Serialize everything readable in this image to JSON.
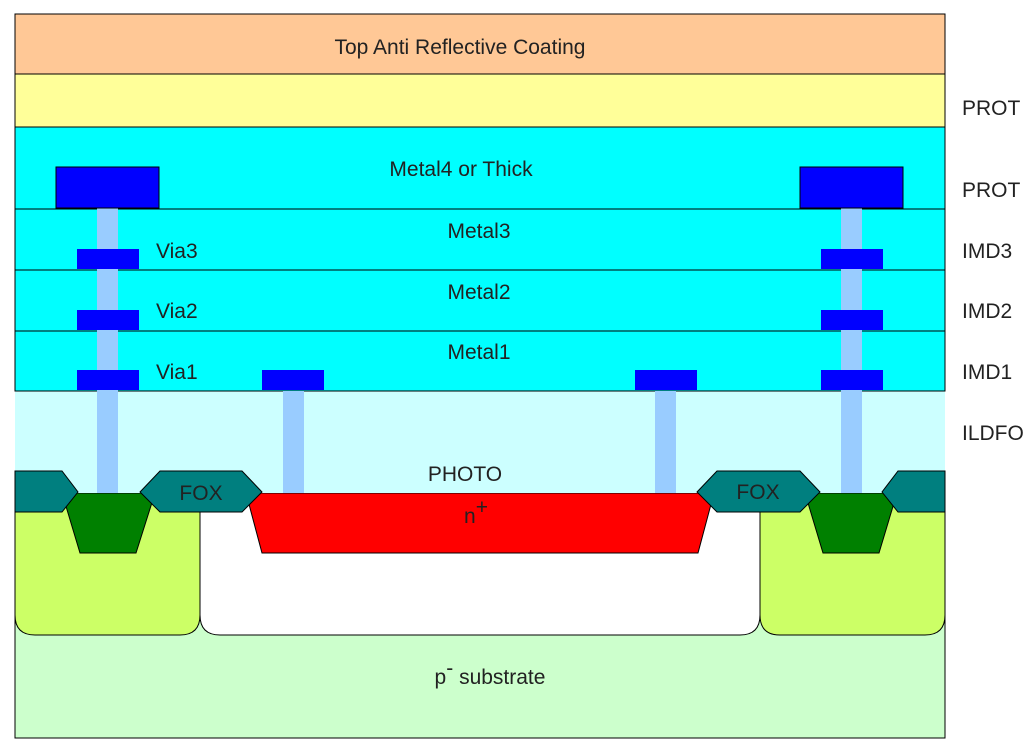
{
  "layers": {
    "arc": "Top Anti Reflective Coating",
    "metal4": "Metal4 or Thick",
    "metal3": "Metal3",
    "metal2": "Metal2",
    "metal1": "Metal1",
    "photo": "PHOTO",
    "nplus_base": "n",
    "nplus_sup": "+",
    "substrate_base": "p",
    "substrate_sup": "-",
    "substrate_rest": " substrate"
  },
  "via_labels": {
    "via3": "Via3",
    "via2": "Via2",
    "via1": "Via1"
  },
  "fox_labels": {
    "left": "FOX",
    "right": "FOX"
  },
  "side_labels": {
    "prot_top": "PROT",
    "prot_metal4": "PROT",
    "imd3": "IMD3",
    "imd2": "IMD2",
    "imd1": "IMD1",
    "ildfo": "ILDFO"
  },
  "colors": {
    "arc": "#FFC896",
    "prot": "#FFFF99",
    "imd": "#00FFFF",
    "ildfo": "#CCFFFF",
    "metal": "#0000FF",
    "via": "#99CCFF",
    "fox": "#007F7F",
    "pwell": "#CCFF66",
    "pplus": "#008000",
    "nplus": "#FF0000",
    "substrate": "#CCFFCC",
    "outline": "#000000"
  }
}
